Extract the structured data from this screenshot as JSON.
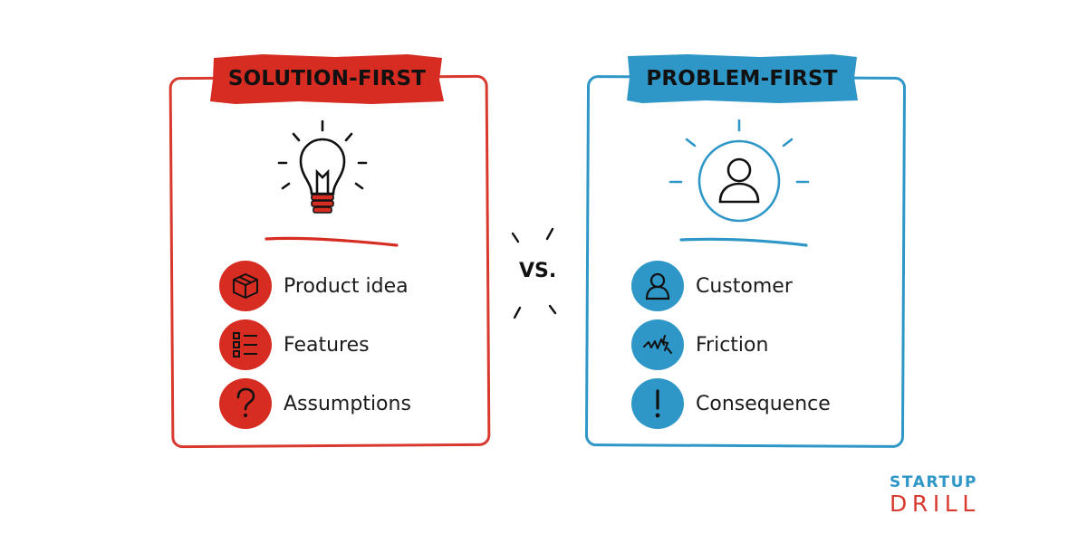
{
  "left": {
    "title": "SOLUTION-FIRST",
    "color": "#d83a2f",
    "hero_icon": "lightbulb-icon",
    "items": [
      {
        "label": "Product idea",
        "icon": "box-icon"
      },
      {
        "label": "Features",
        "icon": "checklist-icon"
      },
      {
        "label": "Assumptions",
        "icon": "question-mark-icon"
      }
    ]
  },
  "right": {
    "title": "PROBLEM-FIRST",
    "color": "#2e97c7",
    "hero_icon": "person-icon",
    "items": [
      {
        "label": "Customer",
        "icon": "person-icon"
      },
      {
        "label": "Friction",
        "icon": "crack-icon"
      },
      {
        "label": "Consequence",
        "icon": "exclamation-icon"
      }
    ]
  },
  "vs_label": "VS.",
  "brand": {
    "line1": "STARTUP",
    "line2": "DRILL"
  }
}
